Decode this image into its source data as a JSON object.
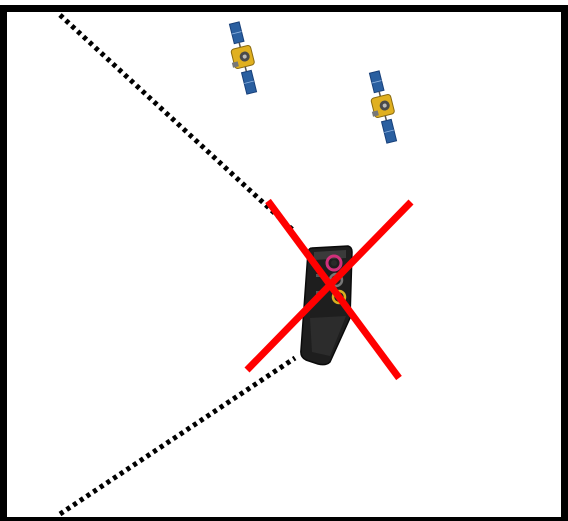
{
  "scene": {
    "frame_color": "#000000",
    "background_color": "#ffffff",
    "elements": [
      {
        "id": "satellite-left",
        "icon": "satellite-icon",
        "accent": "#e0b020",
        "panel_color": "#2a5fa0"
      },
      {
        "id": "satellite-right",
        "icon": "satellite-icon",
        "accent": "#e0b020",
        "panel_color": "#2a5fa0"
      },
      {
        "id": "receiver-device",
        "icon": "gps-receiver-icon",
        "body_color": "#1e1e1e",
        "ring_color": "#d0307a"
      },
      {
        "id": "blocked-marker",
        "icon": "red-x-icon",
        "color": "#ff0000"
      },
      {
        "id": "boundary-lines",
        "icon": "dotted-boundary",
        "color": "#000000",
        "style": "dotted"
      }
    ]
  }
}
